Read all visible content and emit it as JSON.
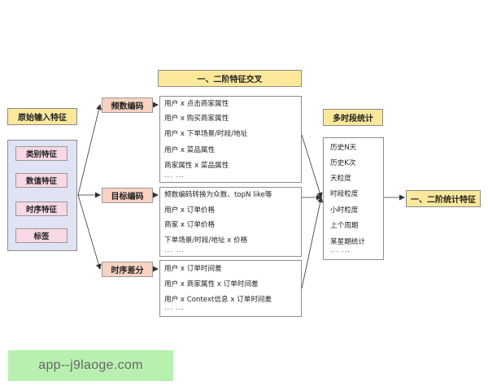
{
  "source_input": {
    "title": "原始输入特征",
    "items": [
      "类别特征",
      "数值特征",
      "时序特征",
      "标签"
    ]
  },
  "encodings": [
    {
      "label": "频数编码"
    },
    {
      "label": "目标编码"
    },
    {
      "label": "时序差分"
    }
  ],
  "cross_features": {
    "title": "一、二阶特征交叉",
    "frequency_items": [
      "用户 x 点击商家属性",
      "用户 x 购买商家属性",
      "用户 x 下单场景/时段/地址",
      "用户 x 菜品属性",
      "商家属性 x 菜品属性"
    ],
    "target_items": [
      "频数编码转换为众数、topN like等",
      "用户 x 订单价格",
      "商家 x 订单价格",
      "下单场景/时段/地址 x 价格"
    ],
    "time_diff_items": [
      "用户 x 订单时间差",
      "用户 x 商家属性 x 订单时间差",
      "用户 x Context信息 x 订单时间差"
    ],
    "ellipsis": "... ..."
  },
  "multi_period": {
    "title": "多时段统计",
    "items": [
      "历史N天",
      "历史K次",
      "天粒度",
      "时段粒度",
      "小时粒度",
      "上个周期",
      "某星期统计"
    ],
    "ellipsis": "... ..."
  },
  "output": {
    "title": "一、二阶统计特征"
  },
  "watermark": {
    "text": "app--j9laoge.com"
  }
}
